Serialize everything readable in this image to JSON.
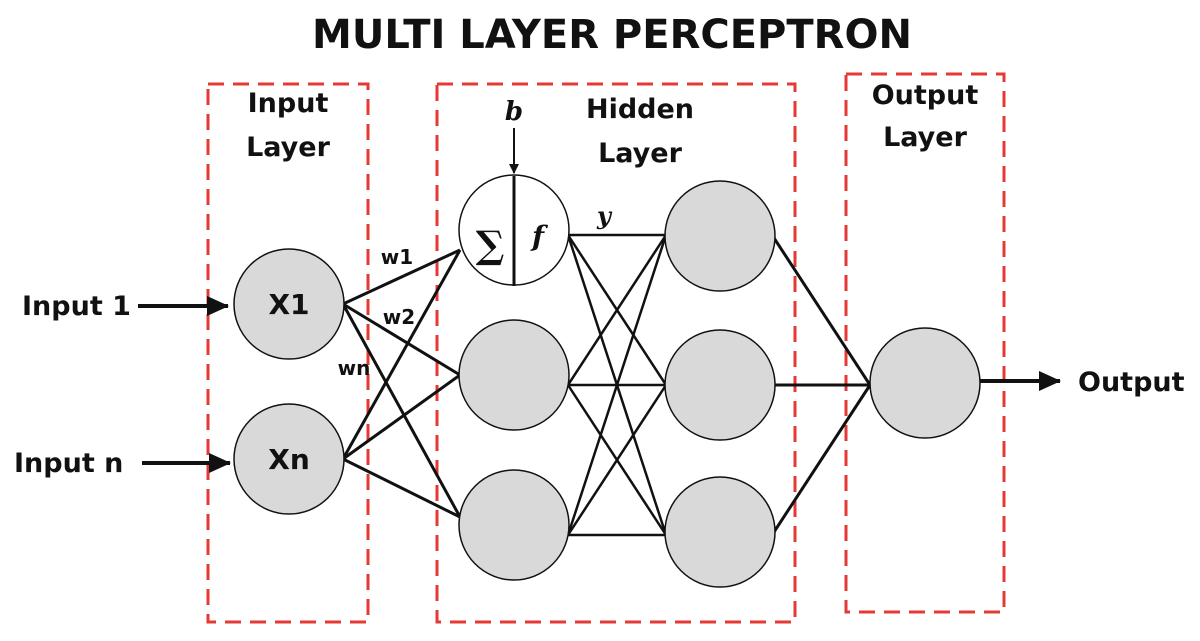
{
  "title": "MULTI LAYER PERCEPTRON",
  "layers": {
    "input": {
      "line1": "Input",
      "line2": "Layer"
    },
    "hidden": {
      "line1": "Hidden",
      "line2": "Layer"
    },
    "output": {
      "line1": "Output",
      "line2": "Layer"
    }
  },
  "inputs": {
    "first": "Input 1",
    "last": "Input n"
  },
  "output_label": "Output",
  "nodes": {
    "x1": "X1",
    "xn": "Xn"
  },
  "weights": {
    "w1": "w1",
    "w2": "w2",
    "wn": "wn"
  },
  "neuron": {
    "bias": "b",
    "sum": "∑",
    "activation": "f",
    "out": "y"
  },
  "colors": {
    "box_border": "#e53935",
    "node_fill": "#d9d9d9",
    "stroke": "#111111"
  }
}
